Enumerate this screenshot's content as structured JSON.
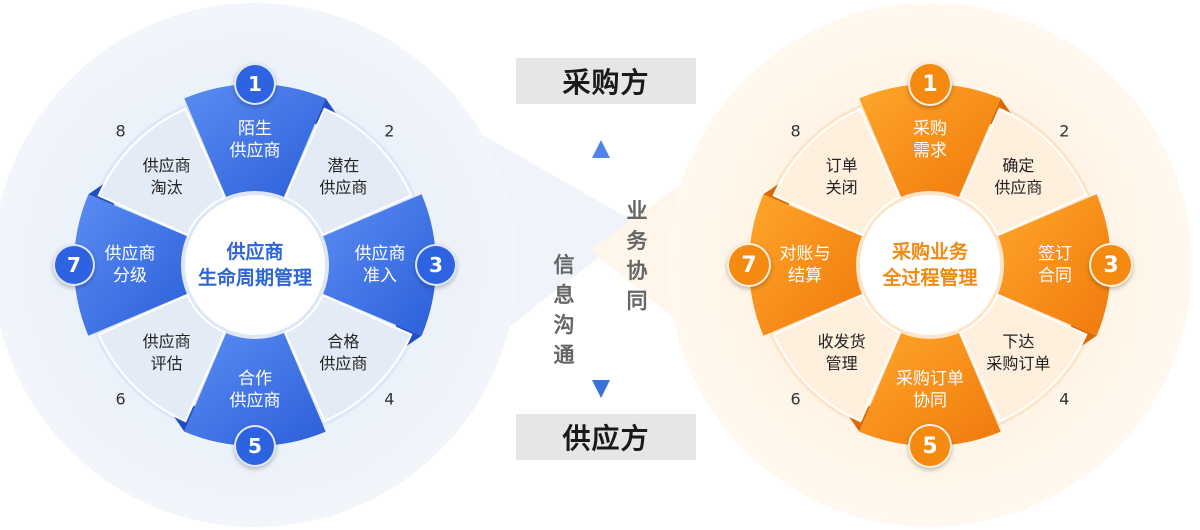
{
  "header": {
    "buyer": "采购方",
    "supplier": "供应方",
    "business_collab": "业务协同",
    "info_comm": "信息沟通"
  },
  "left_cycle": {
    "title": "供应商\n生命周期管理",
    "color": "#2f66d6",
    "stages": [
      {
        "num": "1",
        "label": "陌生\n供应商",
        "highlight": true
      },
      {
        "num": "2",
        "label": "潜在\n供应商",
        "highlight": false
      },
      {
        "num": "3",
        "label": "供应商\n准入",
        "highlight": true
      },
      {
        "num": "4",
        "label": "合格\n供应商",
        "highlight": false
      },
      {
        "num": "5",
        "label": "合作\n供应商",
        "highlight": true
      },
      {
        "num": "6",
        "label": "供应商\n评估",
        "highlight": false
      },
      {
        "num": "7",
        "label": "供应商\n分级",
        "highlight": true
      },
      {
        "num": "8",
        "label": "供应商\n淘汰",
        "highlight": false
      }
    ]
  },
  "right_cycle": {
    "title": "采购业务\n全过程管理",
    "color": "#f08a12",
    "stages": [
      {
        "num": "1",
        "label": "采购\n需求",
        "highlight": true
      },
      {
        "num": "2",
        "label": "确定\n供应商",
        "highlight": false
      },
      {
        "num": "3",
        "label": "签订\n合同",
        "highlight": true
      },
      {
        "num": "4",
        "label": "下达\n采购订单",
        "highlight": false
      },
      {
        "num": "5",
        "label": "采购订单\n协同",
        "highlight": true
      },
      {
        "num": "6",
        "label": "收发货\n管理",
        "highlight": false
      },
      {
        "num": "7",
        "label": "对账与\n结算",
        "highlight": true
      },
      {
        "num": "8",
        "label": "订单\n关闭",
        "highlight": false
      }
    ]
  }
}
